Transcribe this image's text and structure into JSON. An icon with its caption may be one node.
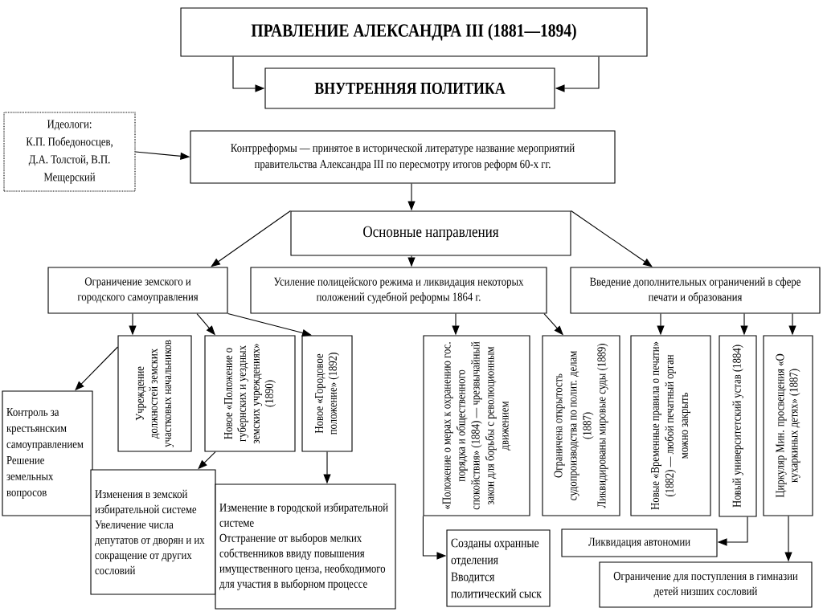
{
  "diagram": {
    "nodes": [
      {
        "text": [
          "ПРАВЛЕНИЕ АЛЕКСАНДРА III (1881—1894)"
        ]
      },
      {
        "text": [
          "ВНУТРЕННЯЯ ПОЛИТИКА"
        ]
      },
      {
        "text": [
          "Идеологи:",
          "К.П. Победоносцев, Д.А. Толстой, В.П. Мещерский"
        ]
      },
      {
        "text": [
          "Контрреформы — принятое в исторической литературе название мероприятий правительства Александра III по пересмотру итогов реформ 60-х гг."
        ]
      },
      {
        "text": [
          "Основные направления"
        ]
      },
      {
        "text": [
          "Ограничение земского и городского самоуправления"
        ]
      },
      {
        "text": [
          "Усиление полицейского режима и ликвидация некоторых положений судебной реформы 1864 г."
        ]
      },
      {
        "text": [
          "Введение дополнительных ограничений в сфере печати и образования"
        ]
      },
      {
        "text": [
          "Учреждение должностей земских участковых начальников"
        ]
      },
      {
        "text": [
          "Новое «Положение о губернских и уездных земских учреждениях» (1890)"
        ]
      },
      {
        "text": [
          "Новое «Городовое положение» (1892)"
        ]
      },
      {
        "text": [
          "Контроль за крестьянским самоуправлением",
          "Решение земельных вопросов"
        ]
      },
      {
        "text": [
          "Изменения в земской избирательной системе",
          "Увеличение числа депутатов от дворян и их сокращение от других сословий"
        ]
      },
      {
        "text": [
          "Изменение в городской избирательной системе",
          "Отстранение от выборов мелких собственников ввиду повышения имущественного ценза, необходимого для участия в выборном процессе"
        ]
      },
      {
        "text": [
          "«Положение о мерах к охранению гос. порядка и общественного спокойствия» (1884) — чрезвычайный закон для борьбы с революционным движением"
        ]
      },
      {
        "text": [
          "Ограничена открытость судопроизводства по полит. делам (1887)",
          "Ликвидированы мировые суды (1889)"
        ]
      },
      {
        "text": [
          "Новые «Временные правила о печати» (1882) — любой печатный орган можно закрыть"
        ]
      },
      {
        "text": [
          "Новый университетский устав (1884)"
        ]
      },
      {
        "text": [
          "Циркуляр Мин. просвещения «О кухаркиных детях» (1887)"
        ]
      },
      {
        "text": [
          "Созданы охранные отделения",
          "Вводится политический сыск"
        ]
      },
      {
        "text": [
          "Ликвидация автономии"
        ]
      },
      {
        "text": [
          "Ограничение для поступления в гимназии детей низших сословий"
        ]
      }
    ],
    "edges": [
      {
        "from": 0,
        "to": 1,
        "arrow": "to"
      },
      {
        "from": 0,
        "to": 1,
        "arrow": "to"
      },
      {
        "from": 2,
        "to": 3,
        "arrow": "to"
      },
      {
        "from": 3,
        "to": 4,
        "arrow": "to"
      },
      {
        "from": 4,
        "to": 5,
        "arrow": "to"
      },
      {
        "from": 4,
        "to": 6,
        "arrow": "to"
      },
      {
        "from": 4,
        "to": 7,
        "arrow": "to"
      },
      {
        "from": 5,
        "to": 8,
        "arrow": "to"
      },
      {
        "from": 5,
        "to": 9,
        "arrow": "to"
      },
      {
        "from": 5,
        "to": 10,
        "arrow": "to"
      },
      {
        "from": 8,
        "to": 11,
        "arrow": "to"
      },
      {
        "from": 9,
        "to": 12,
        "arrow": "to"
      },
      {
        "from": 10,
        "to": 13,
        "arrow": "to"
      },
      {
        "from": 6,
        "to": 14,
        "arrow": "to"
      },
      {
        "from": 6,
        "to": 15,
        "arrow": "to"
      },
      {
        "from": 14,
        "to": 19,
        "arrow": "to"
      },
      {
        "from": 7,
        "to": 16,
        "arrow": "to"
      },
      {
        "from": 7,
        "to": 17,
        "arrow": "to"
      },
      {
        "from": 7,
        "to": 18,
        "arrow": "to"
      },
      {
        "from": 17,
        "to": 20,
        "arrow": "to"
      },
      {
        "from": 18,
        "to": 21,
        "arrow": "to"
      }
    ]
  }
}
